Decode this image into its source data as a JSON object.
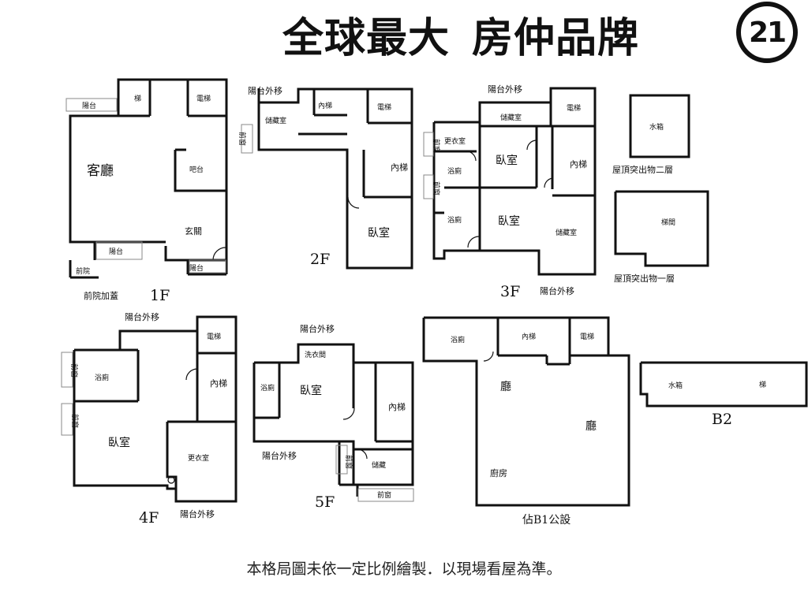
{
  "header": {
    "title_left": "全球最大",
    "title_right": "房仲品牌",
    "logo_text": "21"
  },
  "labels": {
    "f1_balcony_top": "陽台",
    "f1_stairs": "梯",
    "f1_elevator": "電梯",
    "f1_living": "客廳",
    "f1_bar": "吧台",
    "f1_hall": "玄關",
    "f1_balcony_mid": "陽台",
    "f1_courtyard": "前院",
    "f1_balcony_right": "陽台",
    "f1_note": "前院加蓋",
    "f1_floor": "1F",
    "f2_balcony": "陽台外移",
    "f2_inner_stairs": "內梯",
    "f2_elevator": "電梯",
    "f2_closet": "儲藏室",
    "f2_window": "前窗",
    "f2_inner_stairs2": "內梯",
    "f2_bedroom": "臥室",
    "f2_floor": "2F",
    "f3_balcony_top": "陽台外移",
    "f3_elevator": "電梯",
    "f3_closet": "更衣室",
    "f3_storage": "儲藏室",
    "f3_bath1": "浴廁",
    "f3_bedroom1": "臥室",
    "f3_inner_stairs": "內梯",
    "f3_bath2": "浴廁",
    "f3_bedroom2": "臥室",
    "f3_storage2": "儲藏室",
    "f3_window1": "前窗",
    "f3_window2": "前窗",
    "f3_floor": "3F",
    "f3_balcony_bottom": "陽台外移",
    "roof_tank": "水箱",
    "roof_2": "屋頂突出物二層",
    "roof_stairs": "梯間",
    "roof_1": "屋頂突出物一層",
    "f4_balcony_top": "陽台外移",
    "f4_elevator": "電梯",
    "f4_bath": "浴廁",
    "f4_inner_stairs": "內梯",
    "f4_bedroom": "臥室",
    "f4_closet": "更衣室",
    "f4_window1": "前窗",
    "f4_window2": "前窗",
    "f4_floor": "4F",
    "f4_balcony_bottom": "陽台外移",
    "f5_balcony_top": "陽台外移",
    "f5_laundry": "洗衣間",
    "f5_bath": "浴廁",
    "f5_bedroom": "臥室",
    "f5_inner_stairs": "內梯",
    "f5_balcony_bottom": "陽台外移",
    "f5_window1": "前窗",
    "f5_storage": "儲藏",
    "f5_window2": "前窗",
    "f5_floor": "5F",
    "b1_bath": "浴廁",
    "b1_inner_stairs": "內梯",
    "b1_elevator": "電梯",
    "b1_room1": "廳",
    "b1_room2": "廳",
    "b1_kitchen": "廚房",
    "b1_note": "佔B1公設",
    "b2_tank": "水箱",
    "b2_stairs": "梯",
    "b2_floor": "B2"
  },
  "footer": {
    "disclaimer": "本格局圖未依一定比例繪製．以現場看屋為準。"
  }
}
